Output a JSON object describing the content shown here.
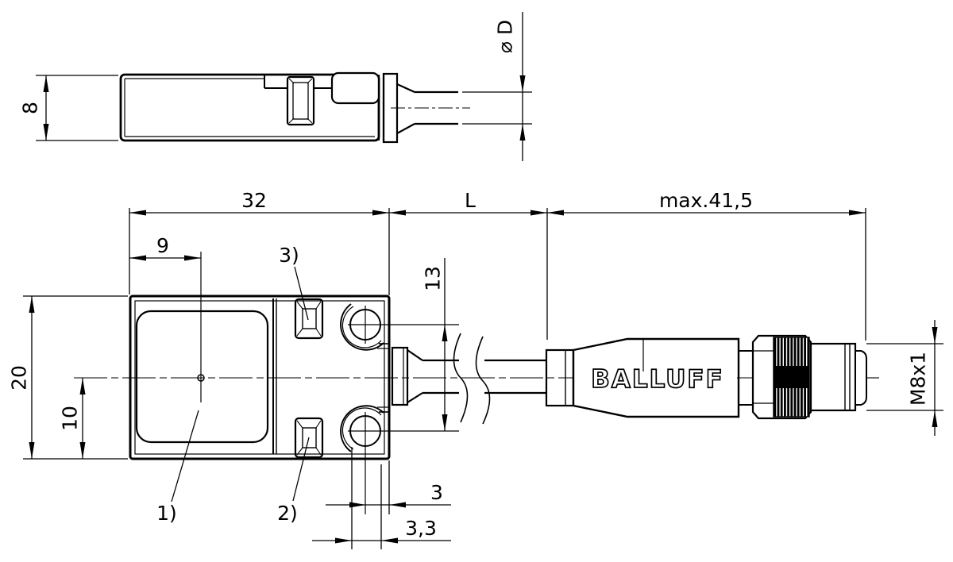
{
  "brand": "BALLUFF",
  "dims": {
    "body_width": "32",
    "cable_length": "L",
    "connector_max_length": "max.41,5",
    "active_center_offset": "9",
    "hole_pitch": "13",
    "body_height": "20",
    "center_height": "10",
    "hole_center_to_edge": "3",
    "hole_diameter": "3,3",
    "body_thickness": "8",
    "cable_diameter": "⌀ D",
    "thread": "M8x1"
  },
  "labels": {
    "active_surface": "1)",
    "clip_bottom": "2)",
    "clip_top": "3)"
  }
}
